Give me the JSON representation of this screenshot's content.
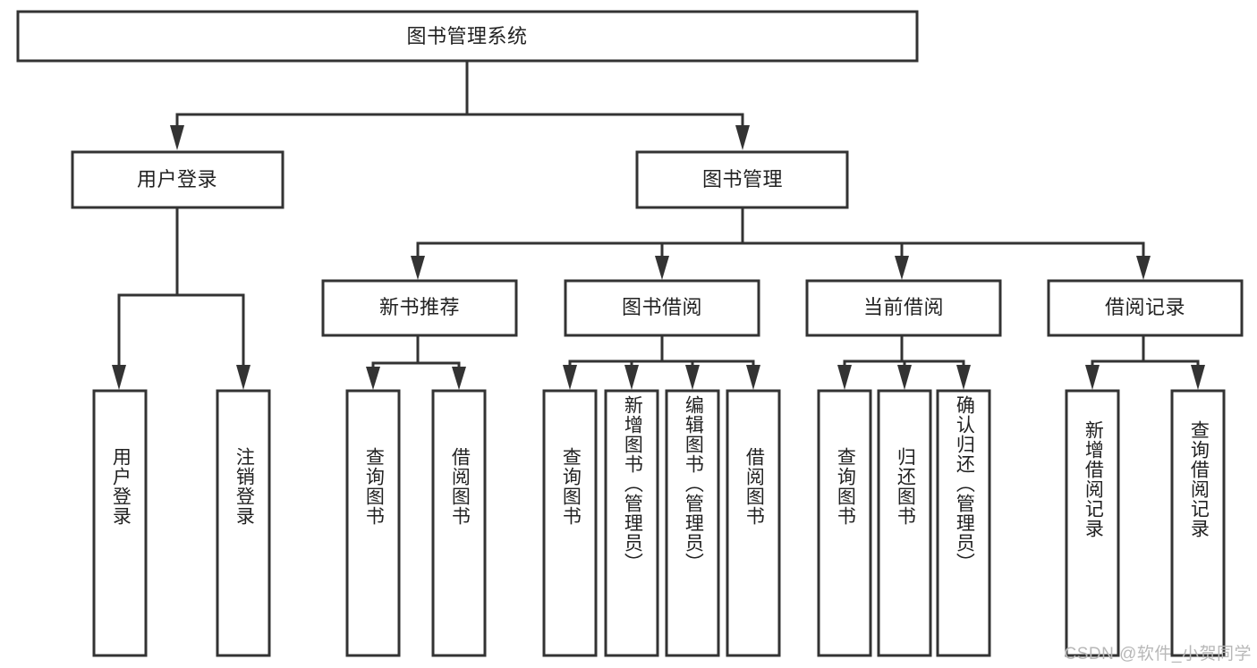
{
  "diagram": {
    "type": "tree-hierarchy-flowchart",
    "title": "图书管理系统",
    "levels": {
      "level1": [
        {
          "id": "root",
          "label": "图书管理系统",
          "orientation": "horizontal"
        }
      ],
      "level2": [
        {
          "id": "user-login",
          "label": "用户登录",
          "orientation": "horizontal"
        },
        {
          "id": "book-manage",
          "label": "图书管理",
          "orientation": "horizontal"
        }
      ],
      "level3": [
        {
          "id": "new-book-rec",
          "label": "新书推荐",
          "orientation": "horizontal"
        },
        {
          "id": "book-borrow",
          "label": "图书借阅",
          "orientation": "horizontal"
        },
        {
          "id": "current-borrow",
          "label": "当前借阅",
          "orientation": "horizontal"
        },
        {
          "id": "borrow-record",
          "label": "借阅记录",
          "orientation": "horizontal"
        }
      ],
      "level4": [
        {
          "id": "leaf-1",
          "label": "用户登录",
          "parent": "user-login",
          "orientation": "vertical"
        },
        {
          "id": "leaf-2",
          "label": "注销登录",
          "parent": "user-login",
          "orientation": "vertical"
        },
        {
          "id": "leaf-3",
          "label": "查询图书",
          "parent": "new-book-rec",
          "orientation": "vertical"
        },
        {
          "id": "leaf-4",
          "label": "借阅图书",
          "parent": "new-book-rec",
          "orientation": "vertical"
        },
        {
          "id": "leaf-5",
          "label": "查询图书",
          "parent": "book-borrow",
          "orientation": "vertical"
        },
        {
          "id": "leaf-6",
          "label": "新增图书（管理员）",
          "parent": "book-borrow",
          "orientation": "vertical"
        },
        {
          "id": "leaf-7",
          "label": "编辑图书（管理员）",
          "parent": "book-borrow",
          "orientation": "vertical"
        },
        {
          "id": "leaf-8",
          "label": "借阅图书",
          "parent": "book-borrow",
          "orientation": "vertical"
        },
        {
          "id": "leaf-9",
          "label": "查询图书",
          "parent": "current-borrow",
          "orientation": "vertical"
        },
        {
          "id": "leaf-10",
          "label": "归还图书",
          "parent": "current-borrow",
          "orientation": "vertical"
        },
        {
          "id": "leaf-11",
          "label": "确认归还（管理员）",
          "parent": "current-borrow",
          "orientation": "vertical"
        },
        {
          "id": "leaf-12",
          "label": "新增借阅记录",
          "parent": "borrow-record",
          "orientation": "vertical"
        },
        {
          "id": "leaf-13",
          "label": "查询借阅记录",
          "parent": "borrow-record",
          "orientation": "vertical"
        }
      ]
    },
    "colors": {
      "box_stroke": "#333333",
      "box_fill": "#ffffff",
      "connector": "#333333",
      "text": "#222222",
      "watermark": "#b8b8b8",
      "background": "#ffffff"
    }
  },
  "watermark": {
    "text": "CSDN @软件_小贺同学"
  }
}
